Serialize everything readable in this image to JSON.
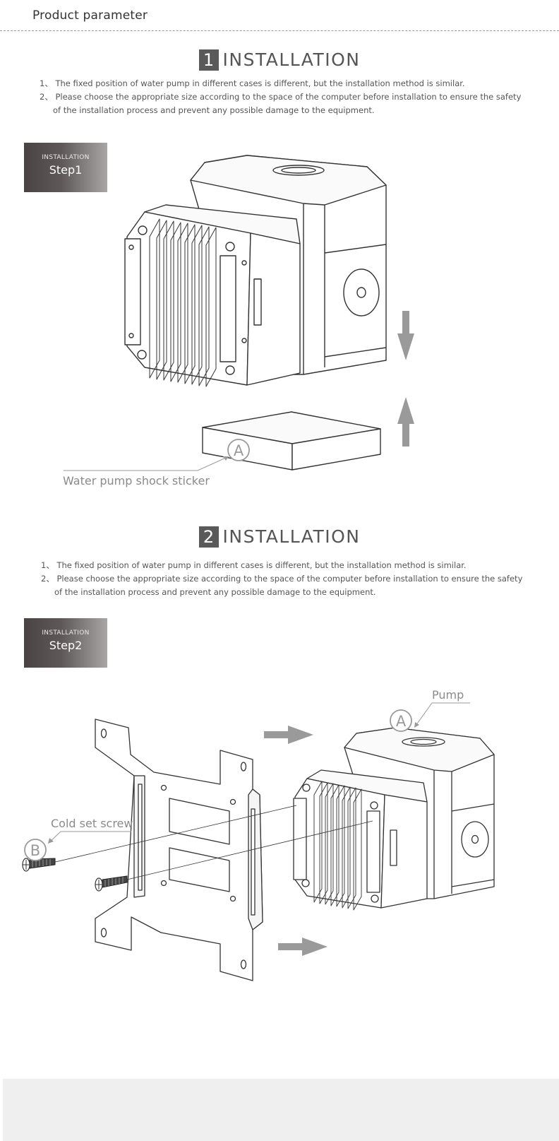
{
  "header": {
    "title": "Product parameter"
  },
  "section1": {
    "number": "1",
    "title": "INSTALLATION",
    "notes": [
      "1、 The fixed position of water pump in different cases is different, but the installation method is similar.",
      "2、 Please choose the appropriate size according to the space of the computer before installation to ensure the safety",
      "of the installation process and prevent any possible damage to the equipment."
    ],
    "step_small": "INSTALLATION",
    "step_big": "Step1",
    "callout_letter": "A",
    "callout_label": "Water pump shock sticker"
  },
  "section2": {
    "number": "2",
    "title": "INSTALLATION",
    "notes": [
      "1、 The fixed position of water pump in different cases is different, but the installation method is similar.",
      "2、 Please choose the appropriate size according to the space of the computer before installation to ensure the safety",
      "of the installation process and prevent any possible damage to the equipment."
    ],
    "step_small": "INSTALLATION",
    "step_big": "Step2",
    "pump_letter": "A",
    "pump_label": "Pump",
    "screw_letter": "B",
    "screw_label": "Cold set screw"
  },
  "colors": {
    "number_badge": "#5a5a5a",
    "arrow": "#9a9a9a",
    "footer": "#efefef"
  }
}
